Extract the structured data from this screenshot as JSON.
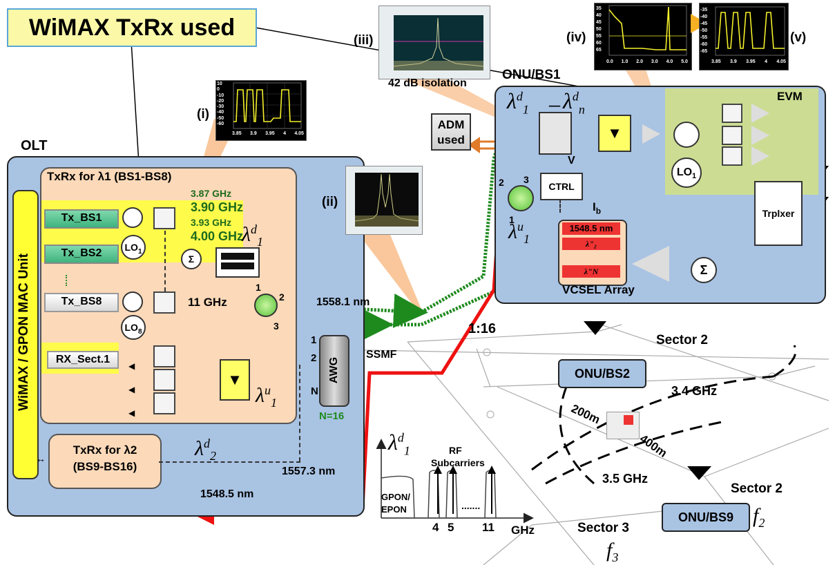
{
  "title": "WiMAX TxRx used",
  "olt": {
    "label": "OLT",
    "mac_unit": "WiMAX / GPON MAC Unit",
    "txrx1_title": "TxRx for λ1 (BS1-BS8)",
    "tx_bs1": "Tx_BS1",
    "tx_bs2": "Tx_BS2",
    "tx_bs8": "Tx_BS8",
    "rx_sect1": "RX_Sect.1",
    "lo1": "LO",
    "lo1_sub": "1",
    "lo8": "LO",
    "lo8_sub": "8",
    "sum": "Σ",
    "freq_a": "3.87 GHz",
    "freq_b": "3.90 GHz",
    "freq_c": "3.93 GHz",
    "freq_d": "4.00 GHz",
    "freq_11": "11 GHz",
    "circ_1": "1",
    "circ_2": "2",
    "circ_3": "3",
    "lambda_d1": "λ",
    "lambda_d1_sup": "d",
    "lambda_d1_sub": "1",
    "lambda_u1": "λ",
    "lambda_u1_sup": "u",
    "lambda_u1_sub": "1",
    "txrx2_line1": "TxRx for λ2",
    "txrx2_line2": "(BS9-BS16)",
    "lambda_d2": "λ",
    "lambda_d2_sup": "d",
    "lambda_d2_sub": "2",
    "awg": "AWG",
    "awg_in": "1",
    "awg_2": "2",
    "awg_n": "N",
    "awg_count": "N=16",
    "nm_1558": "1558.1 nm",
    "nm_1557": "1557.3 nm",
    "nm_1548": "1548.5 nm"
  },
  "fiber": {
    "ssmf": "SSMF",
    "split": "1:16"
  },
  "insets": {
    "i": "(i)",
    "ii": "(ii)",
    "iii": "(iii)",
    "iv": "(iv)",
    "v": "(v)",
    "isolation": "42 dB isolation",
    "i_yticks": [
      "10",
      "0",
      "-10",
      "-20",
      "-30",
      "-40",
      "-50",
      "-60"
    ],
    "i_xticks": [
      "3.85",
      "3.9",
      "3.95",
      "4",
      "4.05"
    ],
    "iv_yticks": [
      "35",
      "40",
      "45",
      "50",
      "55",
      "60",
      "65"
    ],
    "iv_xticks": [
      "0.0",
      "1.0",
      "2.0",
      "3.0",
      "4.0",
      "5.0"
    ],
    "v_yticks": [
      "-35",
      "-40",
      "-45",
      "-50",
      "-55",
      "-60",
      "-65"
    ],
    "v_xticks": [
      "3.85",
      "3.9",
      "3.95",
      "4",
      "4.05"
    ]
  },
  "onu1": {
    "label": "ONU/BS1",
    "adm_line1": "ADM",
    "adm_line2": "used",
    "ctrl": "CTRL",
    "v": "V",
    "ib": "I",
    "ib_sub": "b",
    "evm": "EVM",
    "lo1": "LO",
    "lo1_sub": "1",
    "trplxer": "Trplxer",
    "sum": "Σ",
    "vcsel_nm": "1548.5 nm",
    "vcsel_l2": "λ\"₂",
    "vcsel_ln": "λ\"N",
    "vcsel_label": "VCSEL Array",
    "circ_1": "1",
    "circ_2": "2",
    "circ_3": "3",
    "lambda_d1": "λ",
    "lambda_d1_sup": "d",
    "lambda_d1_sub": "1",
    "dash": "–",
    "lambda_dn": "λ",
    "lambda_dn_sup": "d",
    "lambda_dn_sub": "n",
    "lambda_u1": "λ",
    "lambda_u1_sup": "u",
    "lambda_u1_sub": "1"
  },
  "cells": {
    "sector2_top": "Sector 2",
    "onu_bs2": "ONU/BS2",
    "f34": "3.4 GHz",
    "f35": "3.5 GHz",
    "d200": "200m",
    "d400": "400m",
    "sector2_bot": "Sector 2",
    "onu_bs9": "ONU/BS9",
    "f2": "f",
    "f2_sub": "2",
    "sector3": "Sector 3",
    "f3": "f",
    "f3_sub": "3"
  },
  "spectrum": {
    "lambda": "λ",
    "lambda_sup": "d",
    "lambda_sub": "1",
    "rf1": "RF",
    "rf2": "Subcarriers",
    "gpon1": "GPON/",
    "gpon2": "EPON",
    "x4": "4",
    "x5": "5",
    "x11": "11",
    "dots": ".......",
    "unit": "GHz"
  }
}
